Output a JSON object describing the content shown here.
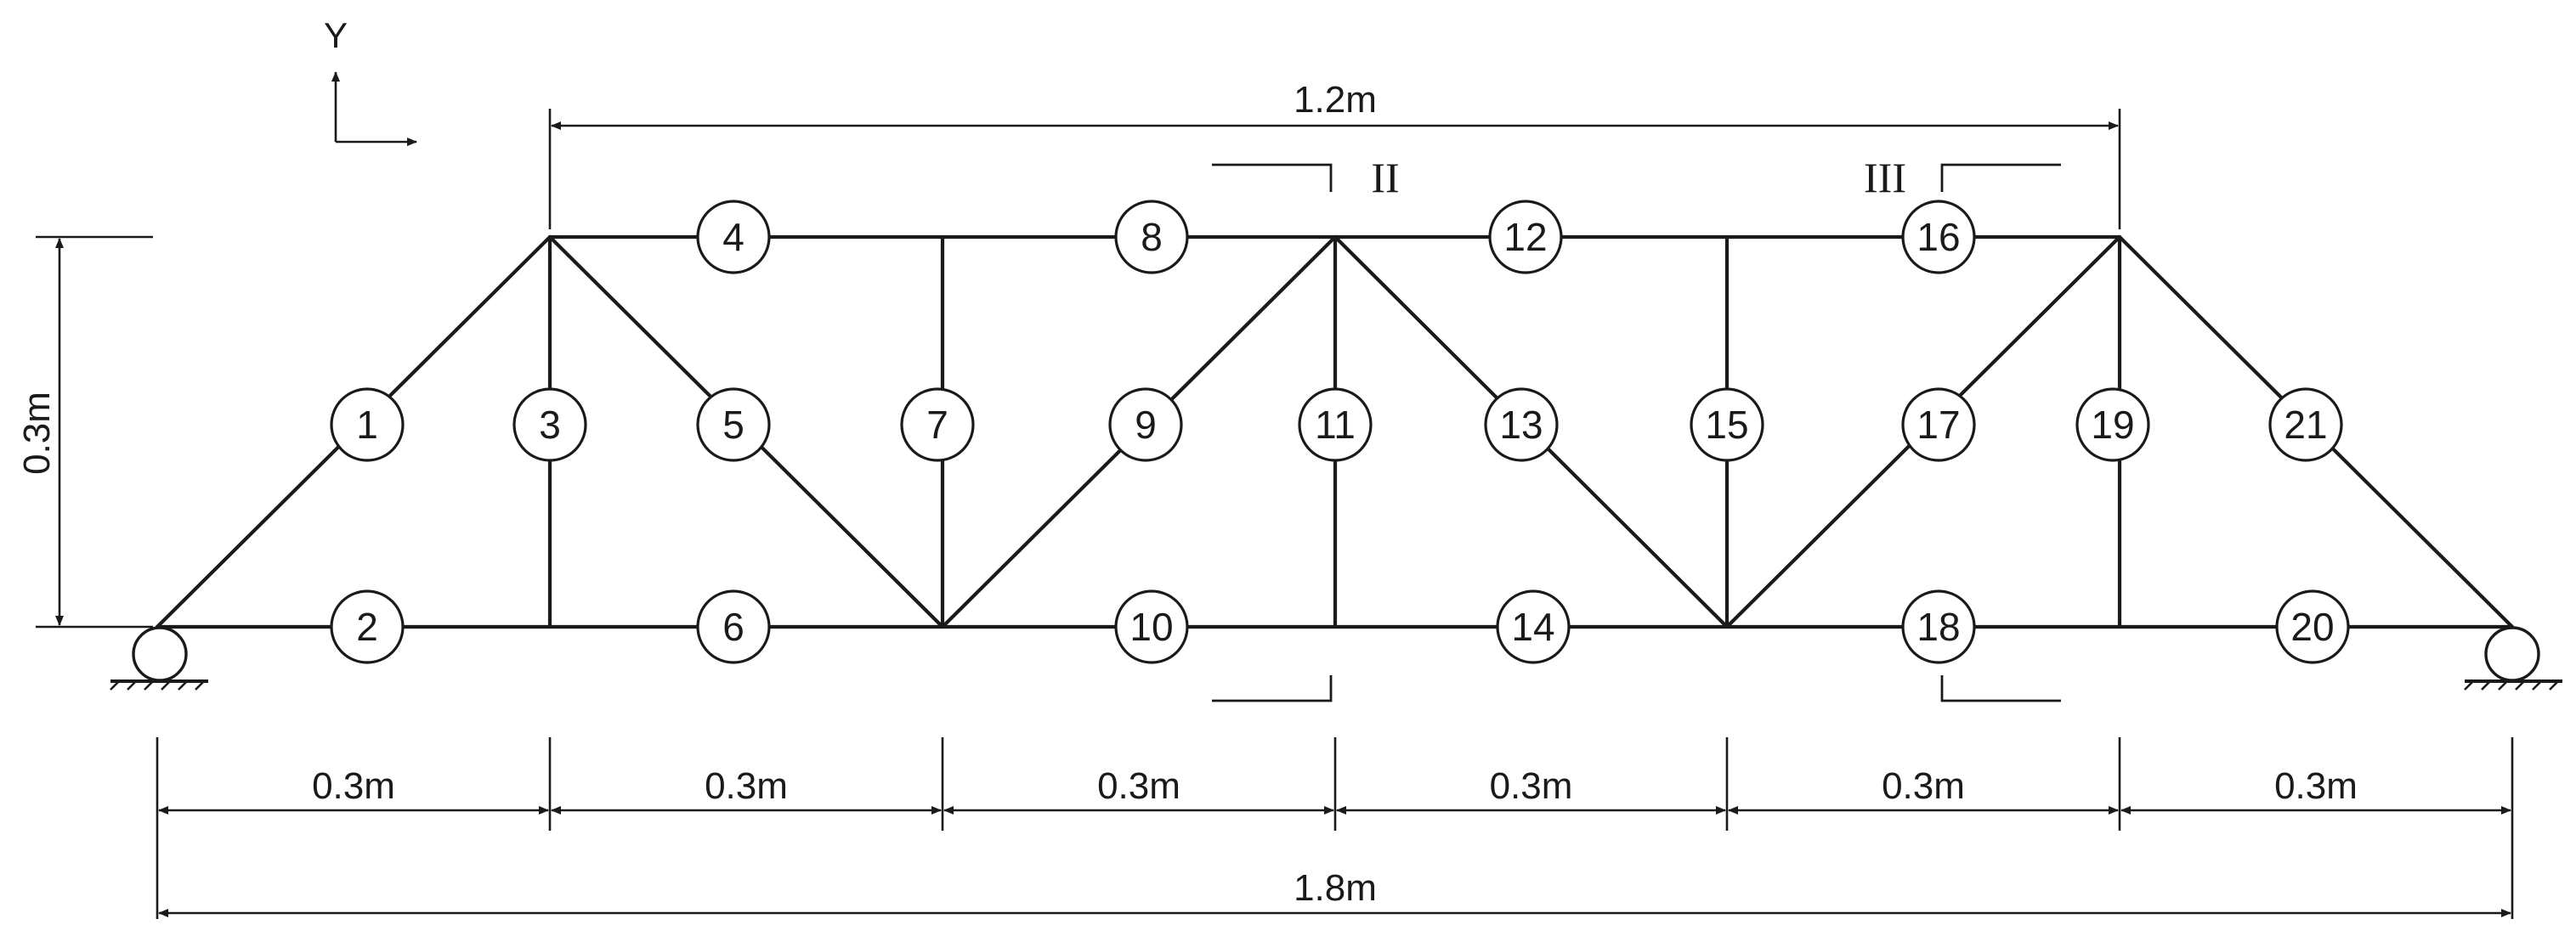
{
  "axis": {
    "y_label": "Y"
  },
  "members": [
    {
      "id": "1",
      "label": "1"
    },
    {
      "id": "2",
      "label": "2"
    },
    {
      "id": "3",
      "label": "3"
    },
    {
      "id": "4",
      "label": "4"
    },
    {
      "id": "5",
      "label": "5"
    },
    {
      "id": "6",
      "label": "6"
    },
    {
      "id": "7",
      "label": "7"
    },
    {
      "id": "8",
      "label": "8"
    },
    {
      "id": "9",
      "label": "9"
    },
    {
      "id": "10",
      "label": "10"
    },
    {
      "id": "11",
      "label": "11"
    },
    {
      "id": "12",
      "label": "12"
    },
    {
      "id": "13",
      "label": "13"
    },
    {
      "id": "14",
      "label": "14"
    },
    {
      "id": "15",
      "label": "15"
    },
    {
      "id": "16",
      "label": "16"
    },
    {
      "id": "17",
      "label": "17"
    },
    {
      "id": "18",
      "label": "18"
    },
    {
      "id": "19",
      "label": "19"
    },
    {
      "id": "20",
      "label": "20"
    },
    {
      "id": "21",
      "label": "21"
    }
  ],
  "dimensions": {
    "top_span": "1.2m",
    "height": "0.3m",
    "panels": [
      "0.3m",
      "0.3m",
      "0.3m",
      "0.3m",
      "0.3m",
      "0.3m"
    ],
    "total_span": "1.8m"
  },
  "sections": {
    "section_2": "II",
    "section_3": "III"
  }
}
